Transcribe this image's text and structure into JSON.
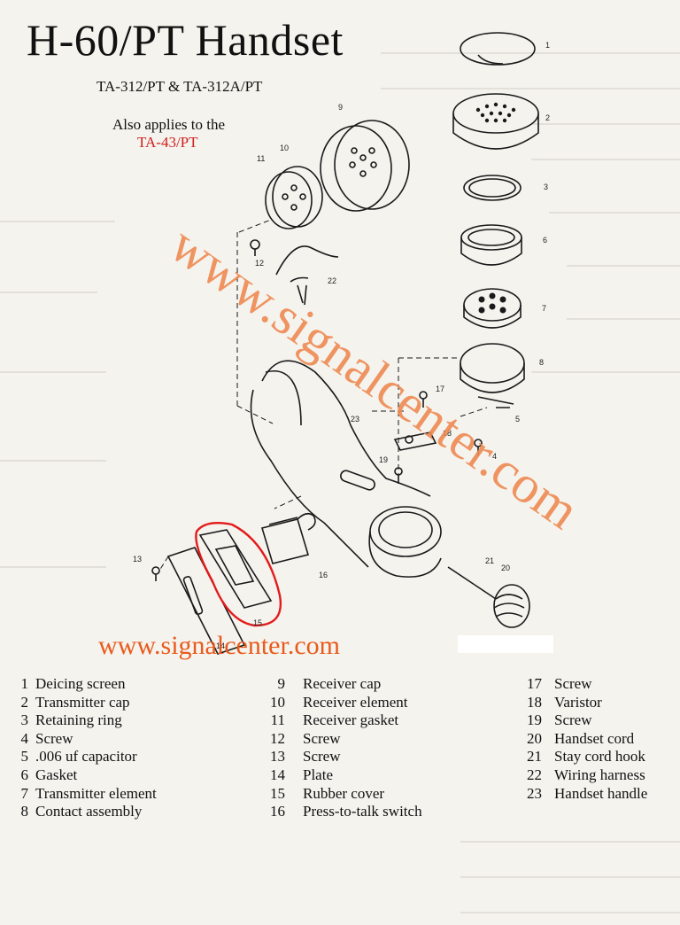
{
  "header": {
    "title": "H-60/PT  Handset",
    "subtitle": "TA-312/PT & TA-312A/PT",
    "also_applies": "Also applies to the",
    "also_model": "TA-43/PT"
  },
  "watermark": "www.signalcenter.com",
  "website": "www.signalcenter.com",
  "callouts": [
    "1",
    "2",
    "3",
    "6",
    "7",
    "8",
    "9",
    "10",
    "11",
    "12",
    "22",
    "17",
    "18",
    "5",
    "4",
    "19",
    "23",
    "13",
    "14",
    "15",
    "16",
    "21",
    "20"
  ],
  "legend": {
    "col1": [
      {
        "num": "1",
        "label": "Deicing screen"
      },
      {
        "num": "2",
        "label": "Transmitter cap"
      },
      {
        "num": "3",
        "label": "Retaining ring"
      },
      {
        "num": "4",
        "label": "Screw"
      },
      {
        "num": "5",
        "label": ".006 uf capacitor"
      },
      {
        "num": "6",
        "label": "Gasket"
      },
      {
        "num": "7",
        "label": "Transmitter element"
      },
      {
        "num": "8",
        "label": "Contact assembly"
      }
    ],
    "col2": [
      {
        "num": "9",
        "label": "Receiver cap"
      },
      {
        "num": "10",
        "label": "Receiver element"
      },
      {
        "num": "11",
        "label": "Receiver gasket"
      },
      {
        "num": "12",
        "label": "Screw"
      },
      {
        "num": "13",
        "label": "Screw"
      },
      {
        "num": "14",
        "label": "Plate"
      },
      {
        "num": "15",
        "label": "Rubber cover"
      },
      {
        "num": "16",
        "label": "Press-to-talk switch"
      }
    ],
    "col3": [
      {
        "num": "17",
        "label": "Screw"
      },
      {
        "num": "18",
        "label": "Varistor"
      },
      {
        "num": "19",
        "label": "Screw"
      },
      {
        "num": "20",
        "label": "Handset cord"
      },
      {
        "num": "21",
        "label": "Stay cord hook"
      },
      {
        "num": "22",
        "label": "Wiring harness"
      },
      {
        "num": "23",
        "label": "Handset handle"
      }
    ]
  },
  "colors": {
    "accent_red": "#d0201c",
    "website_orange": "#ea5a1c",
    "highlight": "#e21b1b"
  }
}
